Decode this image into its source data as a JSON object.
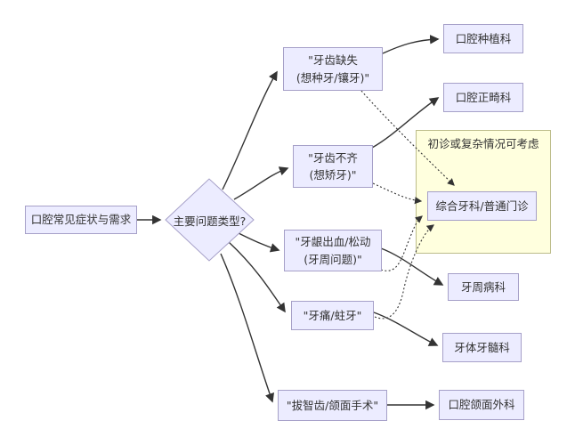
{
  "diagram": {
    "title_hint": "oral-clinic-triage-flowchart",
    "start": {
      "label": "口腔常见症状与需求"
    },
    "decision": {
      "label": "主要问题类型?"
    },
    "symptoms": {
      "missing": {
        "line1": "\"牙齿缺失",
        "line2": "(想种牙/镶牙)\""
      },
      "crooked": {
        "line1": "\"牙齿不齐",
        "line2": "(想矫牙)\""
      },
      "gum": {
        "line1": "\"牙龈出血/松动",
        "line2": "(牙周问题)\""
      },
      "toothache": {
        "label": "\"牙痛/蛀牙\""
      },
      "wisdom": {
        "label": "\"拔智齿/颌面手术\""
      }
    },
    "departments": {
      "implant": {
        "label": "口腔种植科"
      },
      "orthodontics": {
        "label": "口腔正畸科"
      },
      "general": {
        "label": "综合牙科/普通门诊"
      },
      "periodontics": {
        "label": "牙周病科"
      },
      "endodontics": {
        "label": "牙体牙髓科"
      },
      "oral_surgery": {
        "label": "口腔颌面外科"
      }
    },
    "subgraph": {
      "title": "初诊或复杂情况可考虑"
    },
    "colors": {
      "node_fill": "#ECECFF",
      "node_border": "#A6A0C8",
      "subgraph_fill": "#FFFFDE",
      "subgraph_border": "#BCBC8A",
      "edge": "#333333",
      "text": "#333333",
      "background": "#FFFFFF"
    }
  }
}
